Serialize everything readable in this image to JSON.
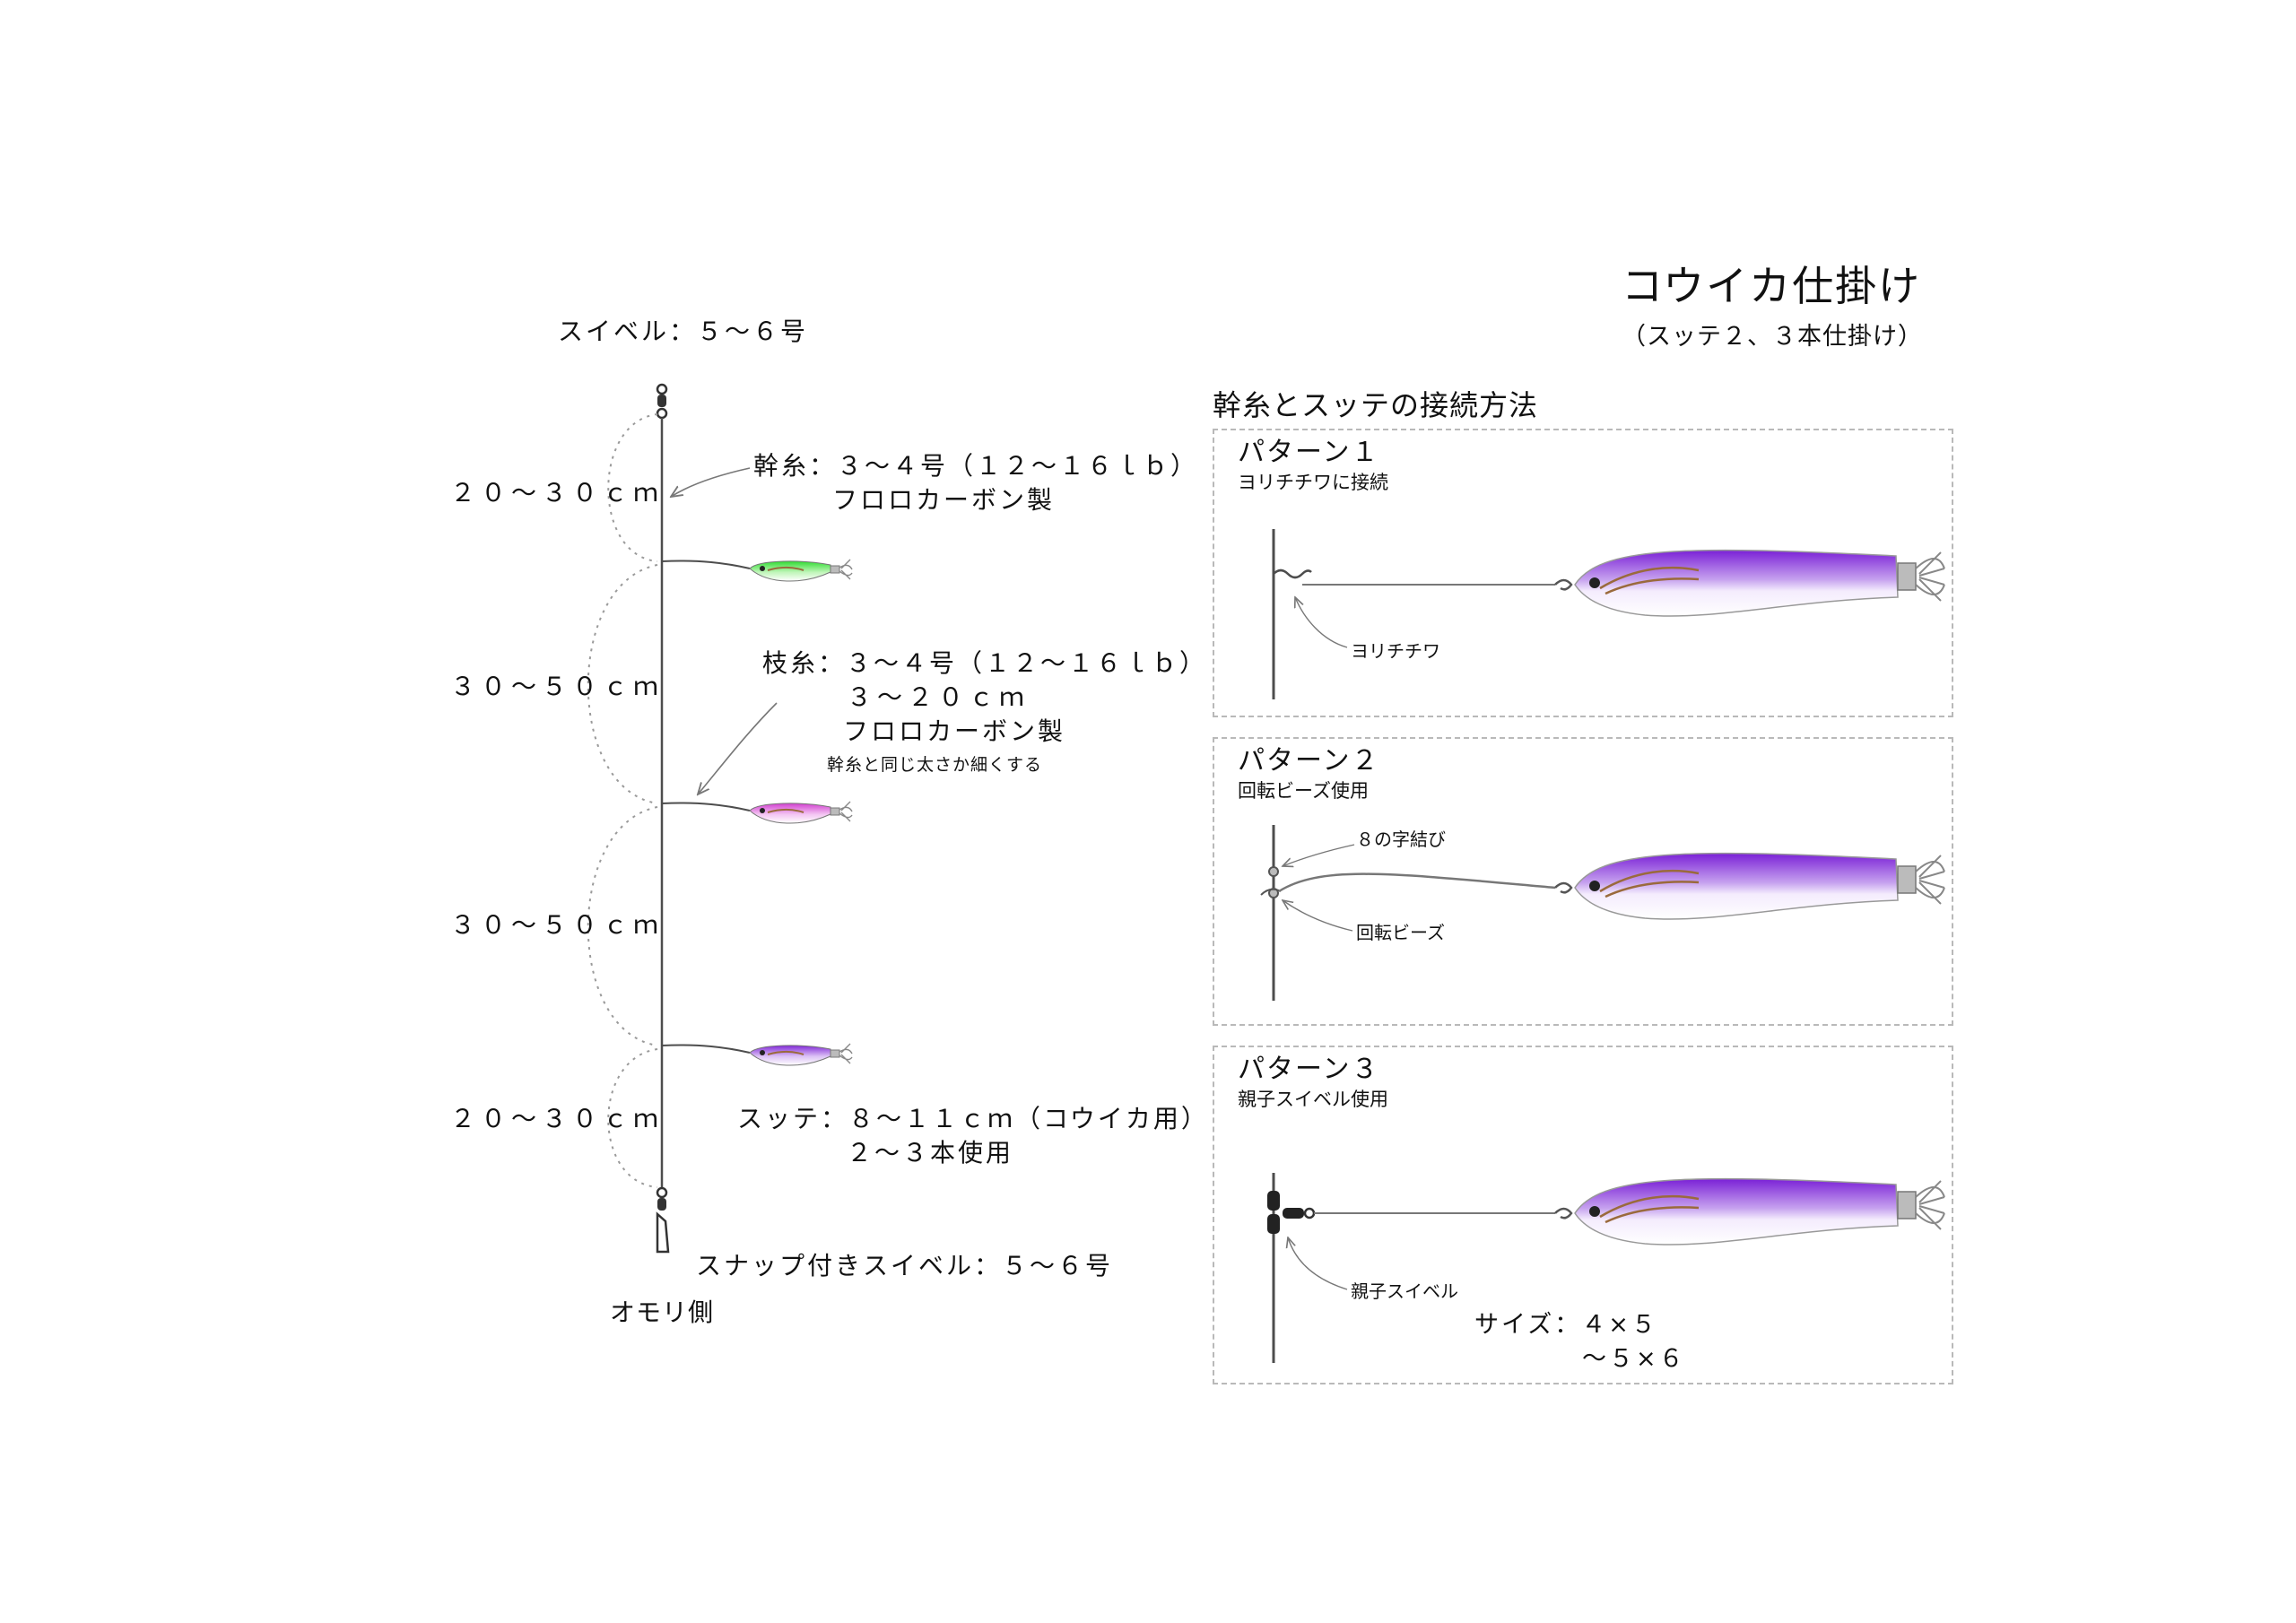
{
  "title": "コウイカ仕掛け",
  "subtitle": "（スッテ２、３本仕掛け）",
  "left": {
    "top_swivel": "スイベル：５～６号",
    "main_line": {
      "line1": "幹糸：３～４号（１２～１６ｌｂ）",
      "line2": "フロロカーボン製"
    },
    "branch_line": {
      "line1": "枝糸：３～４号（１２～１６ｌｂ）",
      "line2": "３～２０ｃｍ",
      "line3": "フロロカーボン製",
      "note": "幹糸と同じ太さか細くする"
    },
    "spans": [
      "２０～３０ｃｍ",
      "３０～５０ｃｍ",
      "３０～５０ｃｍ",
      "２０～３０ｃｍ"
    ],
    "sutte": {
      "line1": "スッテ：８～１１ｃｍ（コウイカ用）",
      "line2": "２～３本使用"
    },
    "snap_swivel": "スナップ付きスイベル：５～６号",
    "sinker_side": "オモリ側"
  },
  "right": {
    "section_title": "幹糸とスッテの接続方法",
    "patterns": [
      {
        "name": "パターン１",
        "desc": "ヨリチチワに接続",
        "callouts": [
          "ヨリチチワ"
        ]
      },
      {
        "name": "パターン２",
        "desc": "回転ビーズ使用",
        "callouts": [
          "８の字結び",
          "回転ビーズ"
        ]
      },
      {
        "name": "パターン３",
        "desc": "親子スイベル使用",
        "callouts": [
          "親子スイベル"
        ],
        "size_line1": "サイズ：４×５",
        "size_line2": "～５×６"
      }
    ]
  },
  "colors": {
    "line": "#4d4d4d",
    "dotted": "#9a9a9a",
    "panel_border": "#b9b9b9",
    "sutte_green": "#3ee83a",
    "sutte_magenta": "#d94bd6",
    "sutte_purple": "#8a2fd9",
    "feather": "#9a6a3c"
  }
}
